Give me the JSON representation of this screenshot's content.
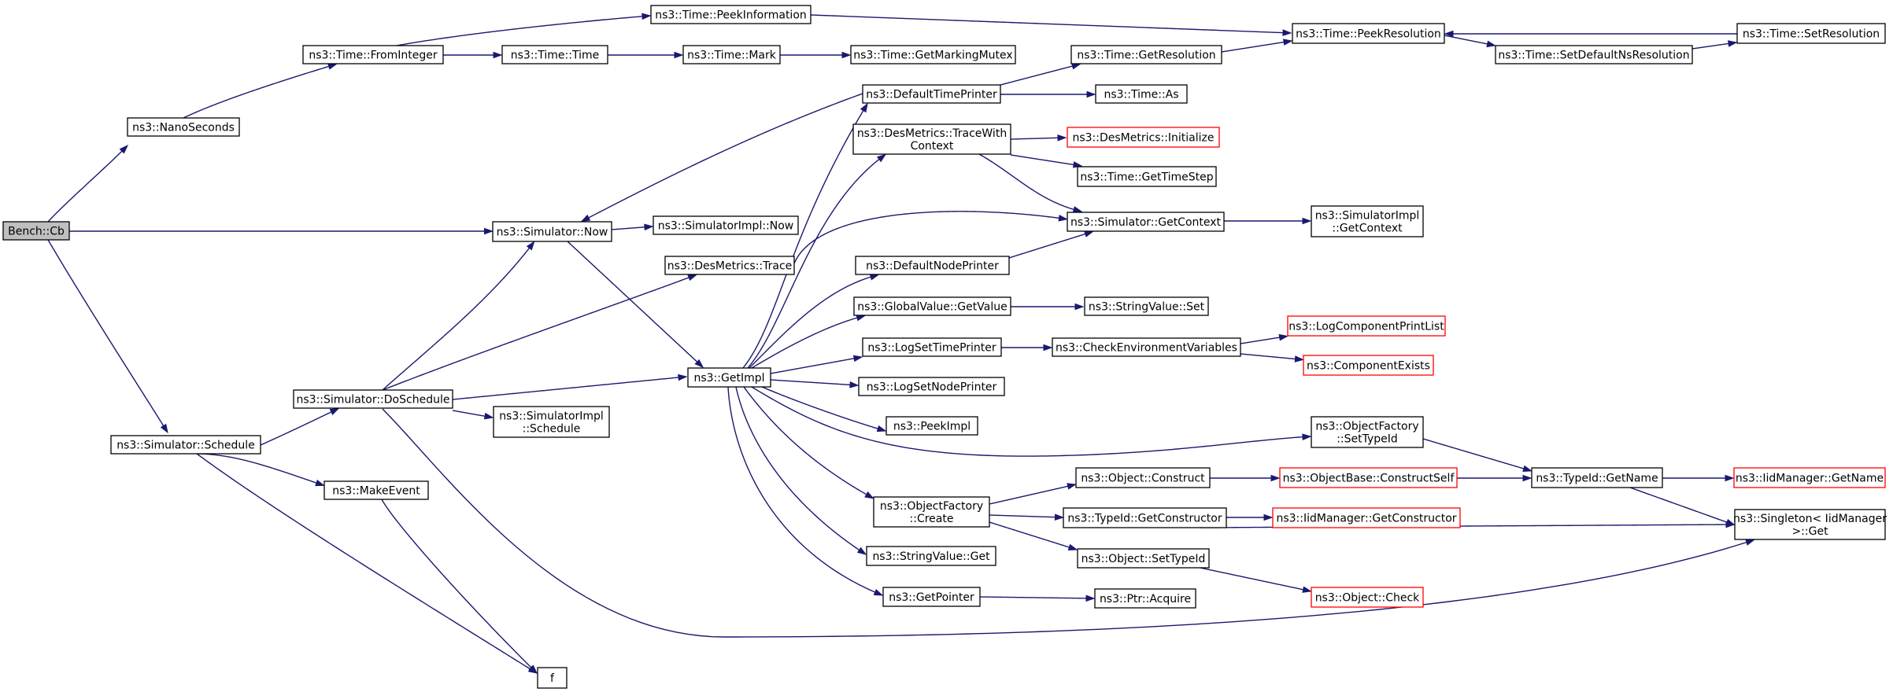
{
  "diagram": {
    "colors": {
      "edge": "#191970",
      "root_fill": "#bfbfbf",
      "node_fill": "#ffffff",
      "node_stroke": "#000000",
      "truncated_stroke": "#ff0000"
    },
    "nodes": [
      {
        "id": "bench_cb",
        "lines": [
          "Bench::Cb"
        ],
        "style": "root"
      },
      {
        "id": "nanoseconds",
        "lines": [
          "ns3::NanoSeconds"
        ],
        "style": "normal"
      },
      {
        "id": "sched",
        "lines": [
          "ns3::Simulator::Schedule"
        ],
        "style": "normal"
      },
      {
        "id": "fromint",
        "lines": [
          "ns3::Time::FromInteger"
        ],
        "style": "normal"
      },
      {
        "id": "peekinfo",
        "lines": [
          "ns3::Time::PeekInformation"
        ],
        "style": "normal"
      },
      {
        "id": "time",
        "lines": [
          "ns3::Time::Time"
        ],
        "style": "normal"
      },
      {
        "id": "mark",
        "lines": [
          "ns3::Time::Mark"
        ],
        "style": "normal"
      },
      {
        "id": "markmutex",
        "lines": [
          "ns3::Time::GetMarkingMutex"
        ],
        "style": "normal"
      },
      {
        "id": "peekres",
        "lines": [
          "ns3::Time::PeekResolution"
        ],
        "style": "normal"
      },
      {
        "id": "setdefns",
        "lines": [
          "ns3::Time::SetDefaultNsResolution"
        ],
        "style": "normal"
      },
      {
        "id": "setres",
        "lines": [
          "ns3::Time::SetResolution"
        ],
        "style": "normal"
      },
      {
        "id": "getres",
        "lines": [
          "ns3::Time::GetResolution"
        ],
        "style": "normal"
      },
      {
        "id": "deftp",
        "lines": [
          "ns3::DefaultTimePrinter"
        ],
        "style": "normal"
      },
      {
        "id": "timeas",
        "lines": [
          "ns3::Time::As"
        ],
        "style": "normal"
      },
      {
        "id": "twc",
        "lines": [
          "ns3::DesMetrics::TraceWith",
          "Context"
        ],
        "style": "normal"
      },
      {
        "id": "dminit",
        "lines": [
          "ns3::DesMetrics::Initialize"
        ],
        "style": "truncated"
      },
      {
        "id": "gettimestep",
        "lines": [
          "ns3::Time::GetTimeStep"
        ],
        "style": "normal"
      },
      {
        "id": "now",
        "lines": [
          "ns3::Simulator::Now"
        ],
        "style": "normal"
      },
      {
        "id": "implnow",
        "lines": [
          "ns3::SimulatorImpl::Now"
        ],
        "style": "normal"
      },
      {
        "id": "getctx",
        "lines": [
          "ns3::Simulator::GetContext"
        ],
        "style": "normal"
      },
      {
        "id": "implgetctx",
        "lines": [
          "ns3::SimulatorImpl",
          "::GetContext"
        ],
        "style": "normal"
      },
      {
        "id": "trace",
        "lines": [
          "ns3::DesMetrics::Trace"
        ],
        "style": "normal"
      },
      {
        "id": "defnp",
        "lines": [
          "ns3::DefaultNodePrinter"
        ],
        "style": "normal"
      },
      {
        "id": "gvgetval",
        "lines": [
          "ns3::GlobalValue::GetValue"
        ],
        "style": "normal"
      },
      {
        "id": "svset",
        "lines": [
          "ns3::StringValue::Set"
        ],
        "style": "normal"
      },
      {
        "id": "logstp",
        "lines": [
          "ns3::LogSetTimePrinter"
        ],
        "style": "normal"
      },
      {
        "id": "checkenv",
        "lines": [
          "ns3::CheckEnvironmentVariables"
        ],
        "style": "normal"
      },
      {
        "id": "logcpl",
        "lines": [
          "ns3::LogComponentPrintList"
        ],
        "style": "truncated"
      },
      {
        "id": "compexists",
        "lines": [
          "ns3::ComponentExists"
        ],
        "style": "truncated"
      },
      {
        "id": "getimpl",
        "lines": [
          "ns3::GetImpl"
        ],
        "style": "normal"
      },
      {
        "id": "logsnp",
        "lines": [
          "ns3::LogSetNodePrinter"
        ],
        "style": "normal"
      },
      {
        "id": "doschedule",
        "lines": [
          "ns3::Simulator::DoSchedule"
        ],
        "style": "normal"
      },
      {
        "id": "implsched",
        "lines": [
          "ns3::SimulatorImpl",
          "::Schedule"
        ],
        "style": "normal"
      },
      {
        "id": "peekimpl",
        "lines": [
          "ns3::PeekImpl"
        ],
        "style": "normal"
      },
      {
        "id": "ofsettid",
        "lines": [
          "ns3::ObjectFactory",
          "::SetTypeId"
        ],
        "style": "normal"
      },
      {
        "id": "makeevent",
        "lines": [
          "ns3::MakeEvent"
        ],
        "style": "normal"
      },
      {
        "id": "objconstruct",
        "lines": [
          "ns3::Object::Construct"
        ],
        "style": "normal"
      },
      {
        "id": "obconstructself",
        "lines": [
          "ns3::ObjectBase::ConstructSelf"
        ],
        "style": "truncated"
      },
      {
        "id": "tidgetname",
        "lines": [
          "ns3::TypeId::GetName"
        ],
        "style": "normal"
      },
      {
        "id": "iidgetname",
        "lines": [
          "ns3::IidManager::GetName"
        ],
        "style": "truncated"
      },
      {
        "id": "ofcreate",
        "lines": [
          "ns3::ObjectFactory",
          "::Create"
        ],
        "style": "normal"
      },
      {
        "id": "tidgetctor",
        "lines": [
          "ns3::TypeId::GetConstructor"
        ],
        "style": "normal"
      },
      {
        "id": "iidgetctor",
        "lines": [
          "ns3::IidManager::GetConstructor"
        ],
        "style": "truncated"
      },
      {
        "id": "singleton",
        "lines": [
          "ns3::Singleton< IidManager",
          ">::Get"
        ],
        "style": "normal"
      },
      {
        "id": "svget",
        "lines": [
          "ns3::StringValue::Get"
        ],
        "style": "normal"
      },
      {
        "id": "objsettid",
        "lines": [
          "ns3::Object::SetTypeId"
        ],
        "style": "normal"
      },
      {
        "id": "getpointer",
        "lines": [
          "ns3::GetPointer"
        ],
        "style": "normal"
      },
      {
        "id": "ptracquire",
        "lines": [
          "ns3::Ptr::Acquire"
        ],
        "style": "normal"
      },
      {
        "id": "objcheck",
        "lines": [
          "ns3::Object::Check"
        ],
        "style": "truncated"
      },
      {
        "id": "f",
        "lines": [
          "f"
        ],
        "style": "normal"
      }
    ]
  }
}
